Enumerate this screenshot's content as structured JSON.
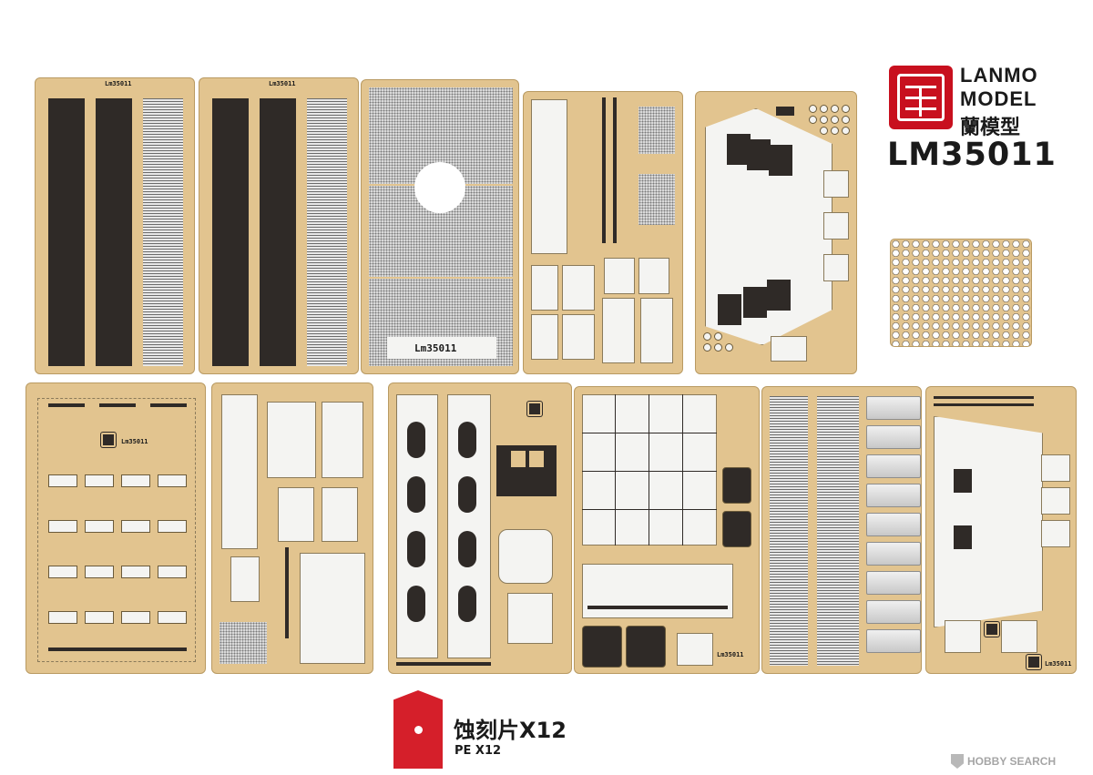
{
  "brand": {
    "line1": "LANMO",
    "line2": "MODEL",
    "chinese_name": "蘭模型",
    "product_code": "LM35011",
    "seal_color": "#c8101e"
  },
  "frets": {
    "code_label": "Lm35011",
    "plate_label": "Lm35011"
  },
  "footer": {
    "title": "蚀刻片X12",
    "subtitle": "PE X12",
    "accent_color": "#d51f2a"
  },
  "watermark": {
    "text": "HOBBY SEARCH"
  },
  "colors": {
    "brass": "#e2c48f",
    "dark_part": "#2f2a27"
  }
}
